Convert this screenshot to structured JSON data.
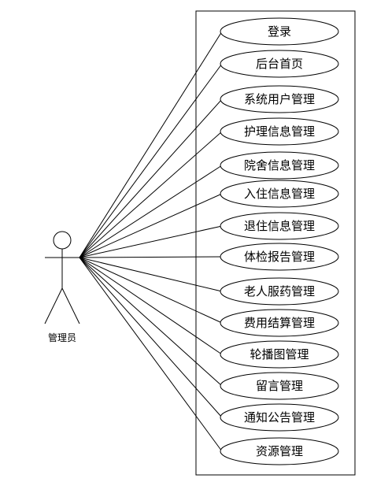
{
  "actor": {
    "label": "管理员"
  },
  "use_cases": [
    {
      "label": "登录"
    },
    {
      "label": "后台首页"
    },
    {
      "label": "系统用户管理"
    },
    {
      "label": "护理信息管理"
    },
    {
      "label": "院舍信息管理"
    },
    {
      "label": "入住信息管理"
    },
    {
      "label": "退住信息管理"
    },
    {
      "label": "体检报告管理"
    },
    {
      "label": "老人服药管理"
    },
    {
      "label": "费用结算管理"
    },
    {
      "label": "轮播图管理"
    },
    {
      "label": "留言管理"
    },
    {
      "label": "通知公告管理"
    },
    {
      "label": "资源管理"
    }
  ]
}
